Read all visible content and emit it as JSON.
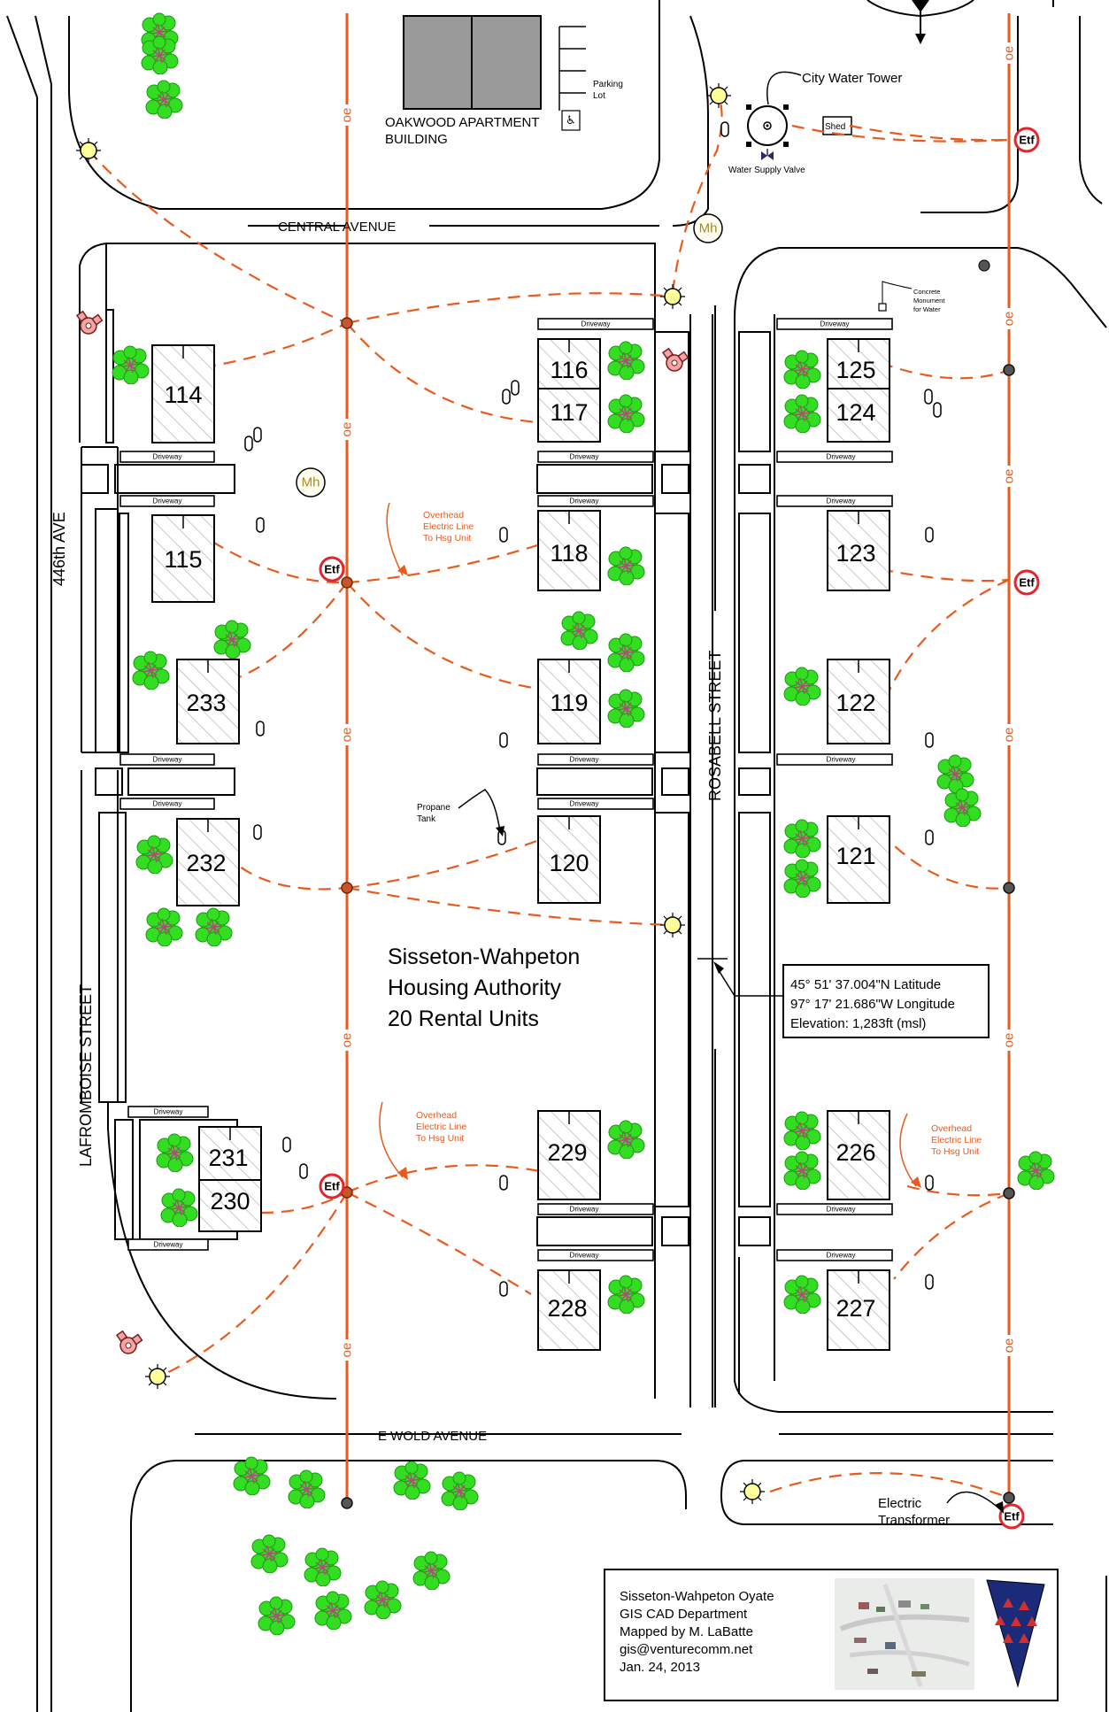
{
  "streets": {
    "central": "CENTRAL AVENUE",
    "wold": "E WOLD AVENUE",
    "ave446": "446th AVE",
    "lafromboise": "LAFROMBOISE STREET",
    "rosabell": "ROSABELL STREET"
  },
  "buildings": {
    "oakwood": [
      "OAKWOOD APARTMENT",
      "BUILDING"
    ],
    "parking": [
      "Parking",
      "Lot"
    ],
    "tower": "City Water Tower",
    "valve": "Water Supply Valve",
    "shed": "Shed",
    "monument": [
      "Concrete",
      "Monument",
      "for Water"
    ]
  },
  "units": [
    "114",
    "115",
    "116",
    "117",
    "118",
    "119",
    "120",
    "121",
    "122",
    "123",
    "124",
    "125",
    "226",
    "227",
    "228",
    "229",
    "230",
    "231",
    "232",
    "233"
  ],
  "driveway": "Driveway",
  "labels": {
    "overhead": [
      "Overhead",
      "Electric Line",
      "To Hsg Unit"
    ],
    "propane": [
      "Propane",
      "Tank"
    ],
    "transformer": [
      "Electric",
      "Transformer"
    ],
    "oe": "oe",
    "etf": "Etf",
    "mh": "Mh"
  },
  "title": [
    "Sisseton-Wahpeton",
    "Housing Authority",
    "20 Rental Units"
  ],
  "coords": [
    "45° 51' 37.004\"N  Latitude",
    "97° 17' 21.686\"W Longitude",
    "Elevation: 1,283ft (msl)"
  ],
  "credits": [
    "Sisseton-Wahpeton Oyate",
    "GIS CAD Department",
    "Mapped by M. LaBatte",
    "gis@venturecomm.net",
    "Jan. 24, 2013"
  ],
  "colors": {
    "electric": "#ea5a1c",
    "etf_ring": "#e2262b",
    "tree": "#33dd22",
    "lamp": "#ffff99"
  }
}
